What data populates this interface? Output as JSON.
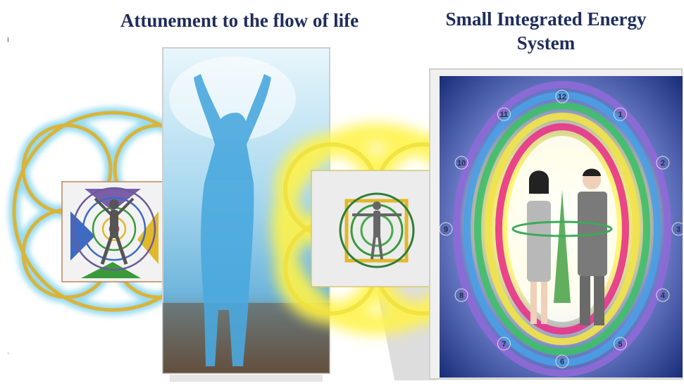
{
  "titles": {
    "left": "Attunement to the flow of life",
    "right_line1": "Small Integrated Energy",
    "right_line2": "System"
  },
  "clock_numbers": [
    "1",
    "2",
    "3",
    "4",
    "5",
    "6",
    "7",
    "8",
    "9",
    "10",
    "11",
    "12"
  ],
  "stray_marks": {
    "top": "I",
    "bottom": "·"
  },
  "colors": {
    "title": "#1f2d5c",
    "ring_gold": "#d9b43a",
    "glow_blue": "#7fd3ee",
    "glow_yellow": "#fff34a",
    "cosmos": "#1b2e7a"
  }
}
